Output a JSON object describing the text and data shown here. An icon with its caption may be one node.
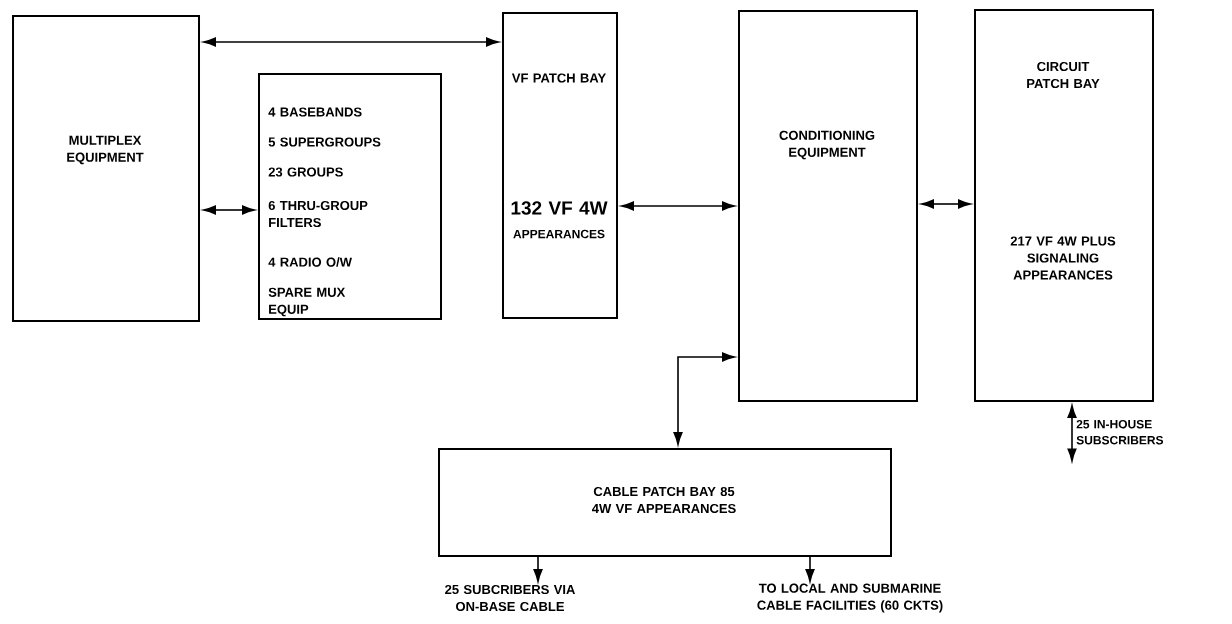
{
  "diagram": {
    "nodes": [
      {
        "text": [
          "MULTIPLEX EQUIPMENT"
        ]
      },
      {
        "text": [
          "4 BASEBANDS",
          "5 SUPERGROUPS",
          "23 GROUPS",
          "6 THRU-GROUP FILTERS",
          "4 RADIO O/W",
          "SPARE MUX EQUIP"
        ]
      },
      {
        "text": [
          "VF PATCH BAY",
          "132 VF 4W",
          "APPEARANCES"
        ]
      },
      {
        "text": [
          "CONDITIONING EQUIPMENT"
        ]
      },
      {
        "text": [
          "CIRCUIT PATCH BAY",
          "217 VF 4W PLUS SIGNALING APPEARANCES"
        ]
      },
      {
        "text": [
          "CABLE PATCH BAY 85 4W VF APPEARANCES"
        ]
      },
      {
        "text": [
          "25 SUBCRIBERS VIA ON-BASE CABLE"
        ]
      },
      {
        "text": [
          "TO LOCAL AND SUBMARINE CABLE FACILITIES (60 CKTS)"
        ]
      },
      {
        "text": [
          "25 IN-HOUSE SUBSCRIBERS"
        ]
      }
    ],
    "edges": [
      {
        "from": 0,
        "to": 2,
        "arrow": "both"
      },
      {
        "from": 0,
        "to": 1,
        "arrow": "both"
      },
      {
        "from": 2,
        "to": 3,
        "arrow": "both"
      },
      {
        "from": 3,
        "to": 4,
        "arrow": "both"
      },
      {
        "from": 5,
        "to": 3,
        "arrow": "both"
      },
      {
        "from": 5,
        "to": 6,
        "arrow": "to"
      },
      {
        "from": 5,
        "to": 7,
        "arrow": "to"
      },
      {
        "from": 4,
        "to": 8,
        "arrow": "both"
      }
    ]
  }
}
